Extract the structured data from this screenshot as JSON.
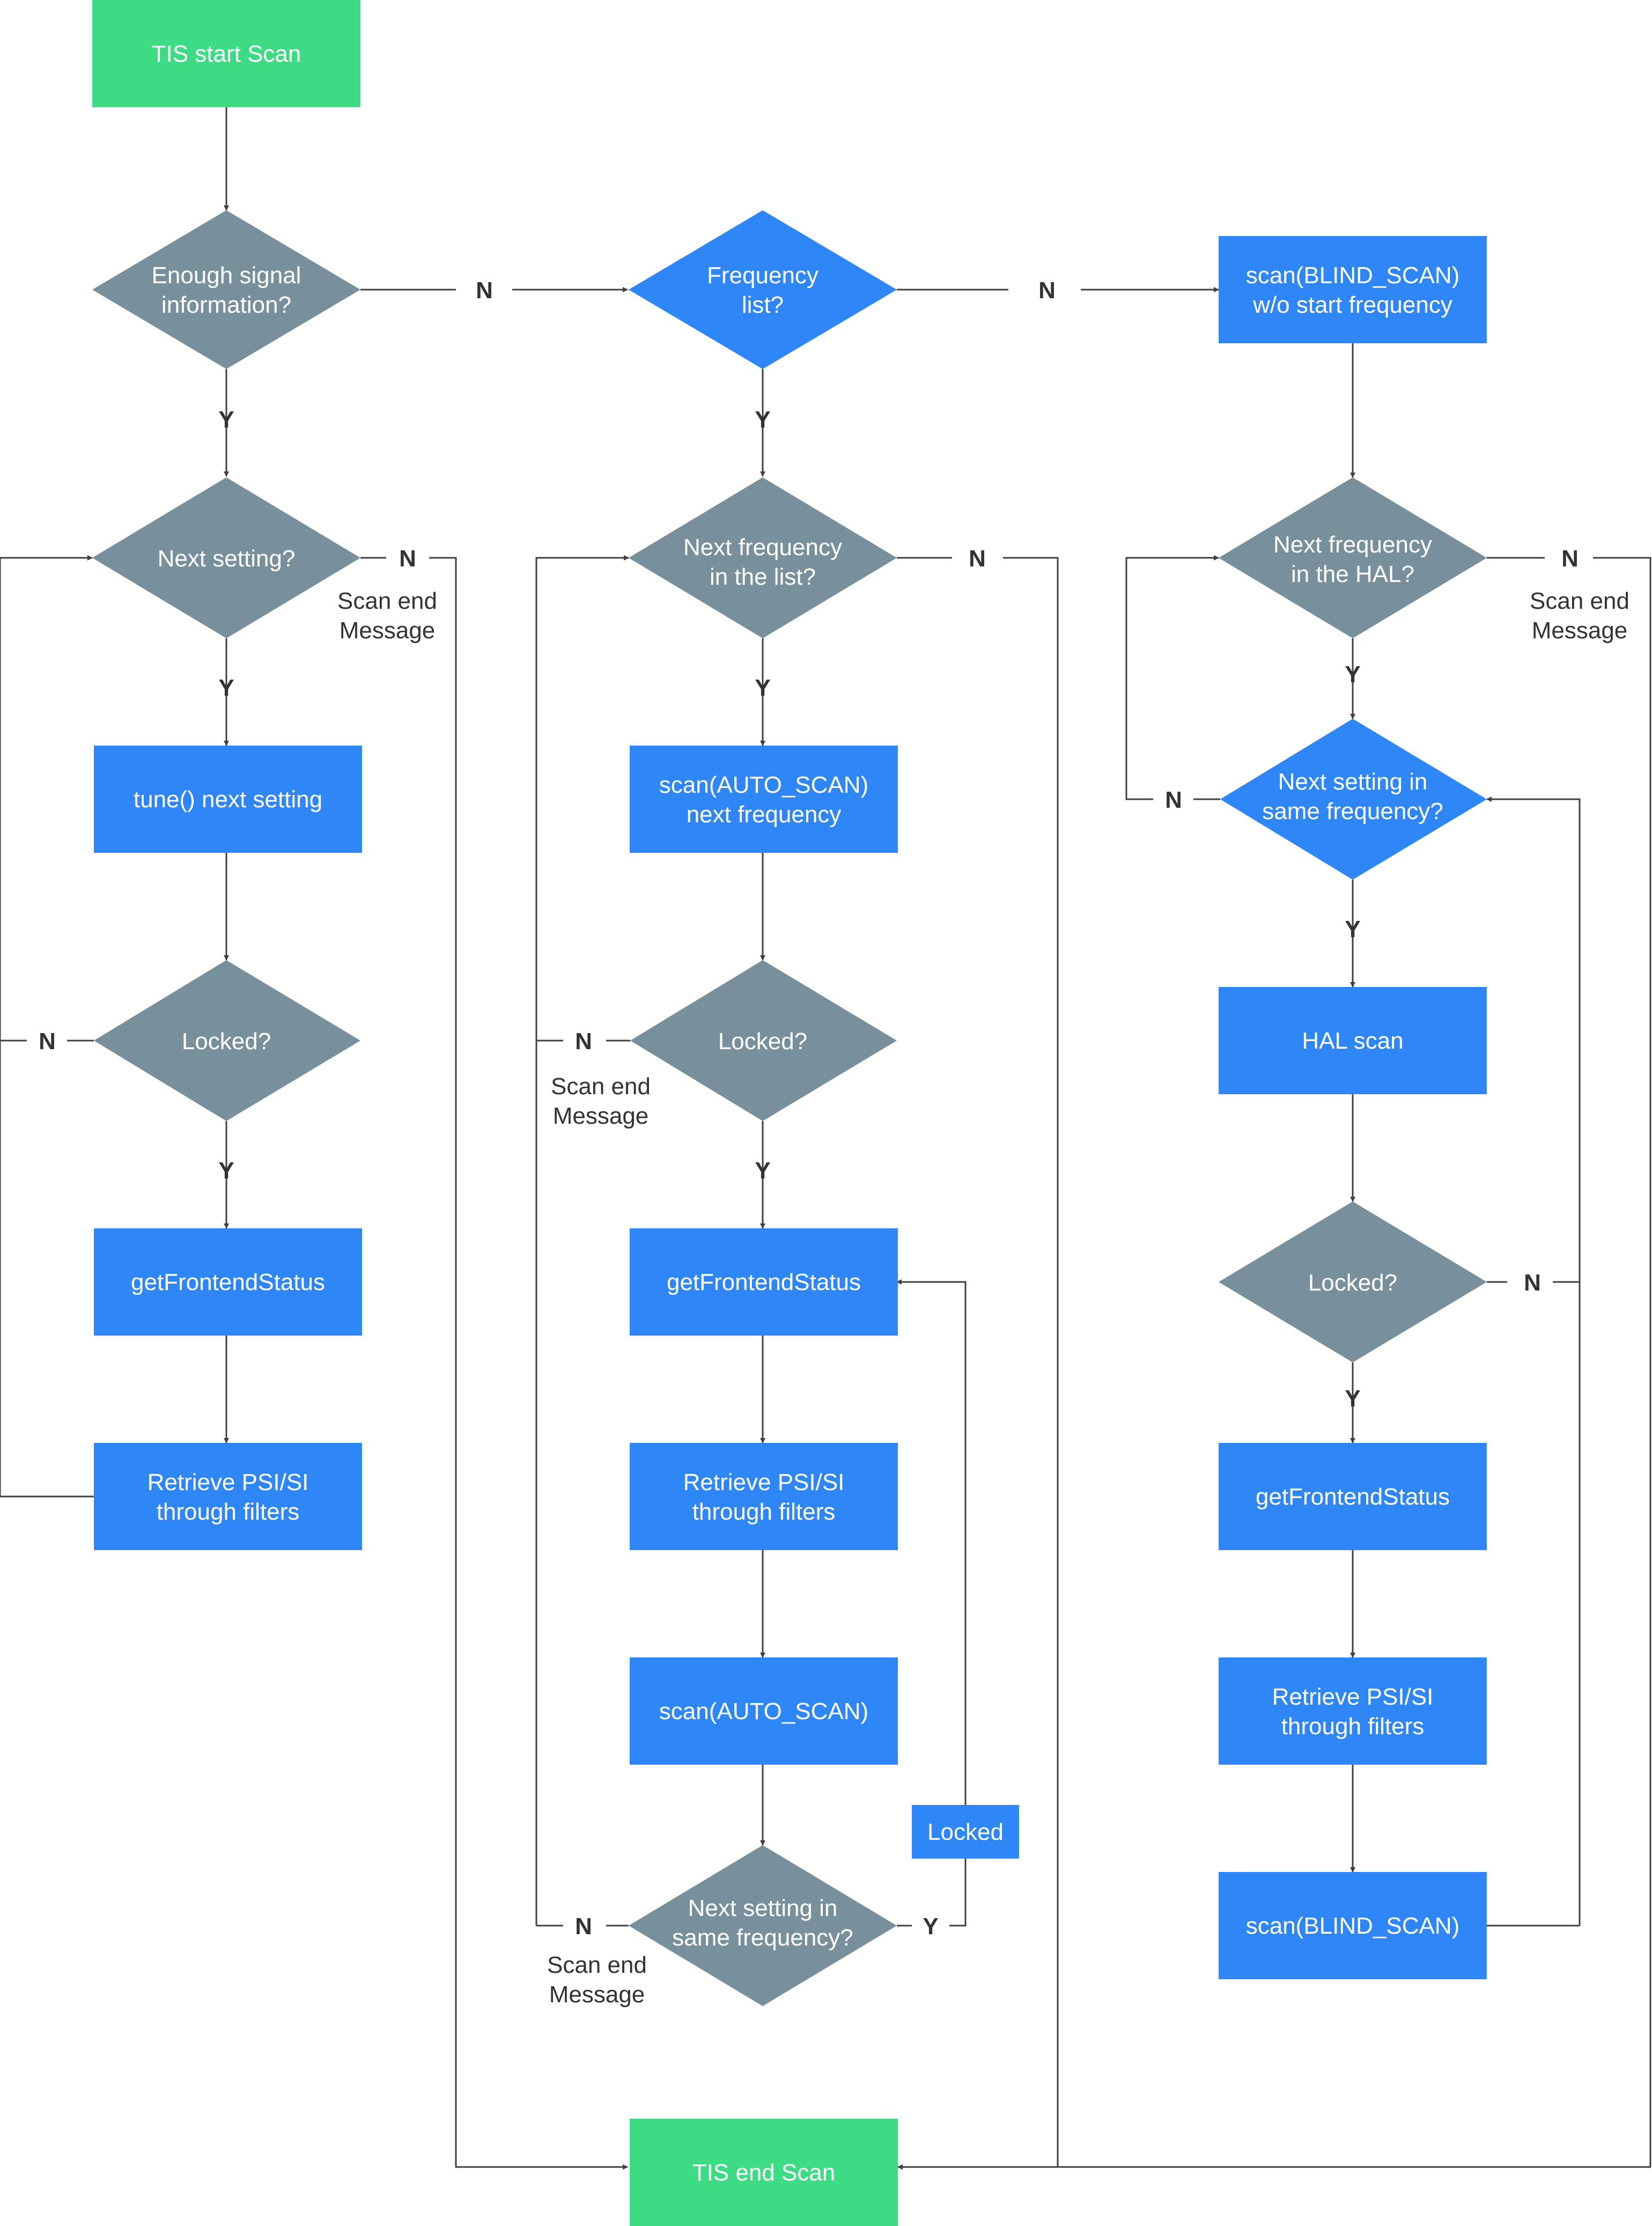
{
  "colors": {
    "terminal": "#3ddc84",
    "process": "#2f86f6",
    "decision_blue": "#2f86f6",
    "decision_gray": "#78909c",
    "line": "#404040",
    "text_dark": "#333333"
  },
  "labels": {
    "yes": "Y",
    "no": "N",
    "scan_end_line1": "Scan end",
    "scan_end_line2": "Message"
  },
  "terminals": {
    "start": "TIS start Scan",
    "end": "TIS end Scan"
  },
  "col1": {
    "d_enough": [
      "Enough signal",
      "information?"
    ],
    "d_next_setting": "Next setting?",
    "p_tune": "tune() next setting",
    "d_locked": "Locked?",
    "p_status": "getFrontendStatus",
    "p_retrieve": [
      "Retrieve PSI/SI",
      "through filters"
    ]
  },
  "col2": {
    "d_freq_list": [
      "Frequency",
      "list?"
    ],
    "d_next_freq": [
      "Next frequency",
      "in the list?"
    ],
    "p_auto_scan_next": [
      "scan(AUTO_SCAN)",
      "next frequency"
    ],
    "d_locked": "Locked?",
    "p_status": "getFrontendStatus",
    "p_retrieve": [
      "Retrieve PSI/SI",
      "through filters"
    ],
    "p_auto_scan": "scan(AUTO_SCAN)",
    "d_next_setting_same": [
      "Next setting in",
      "same frequency?"
    ],
    "locked_tag": "Locked"
  },
  "col3": {
    "p_blind_start": [
      "scan(BLIND_SCAN)",
      "w/o start frequency"
    ],
    "d_next_freq_hal": [
      "Next frequency",
      "in the HAL?"
    ],
    "d_next_setting_same": [
      "Next setting in",
      "same frequency?"
    ],
    "p_hal_scan": "HAL scan",
    "d_locked": "Locked?",
    "p_status": "getFrontendStatus",
    "p_retrieve": [
      "Retrieve PSI/SI",
      "through filters"
    ],
    "p_blind": "scan(BLIND_SCAN)"
  }
}
